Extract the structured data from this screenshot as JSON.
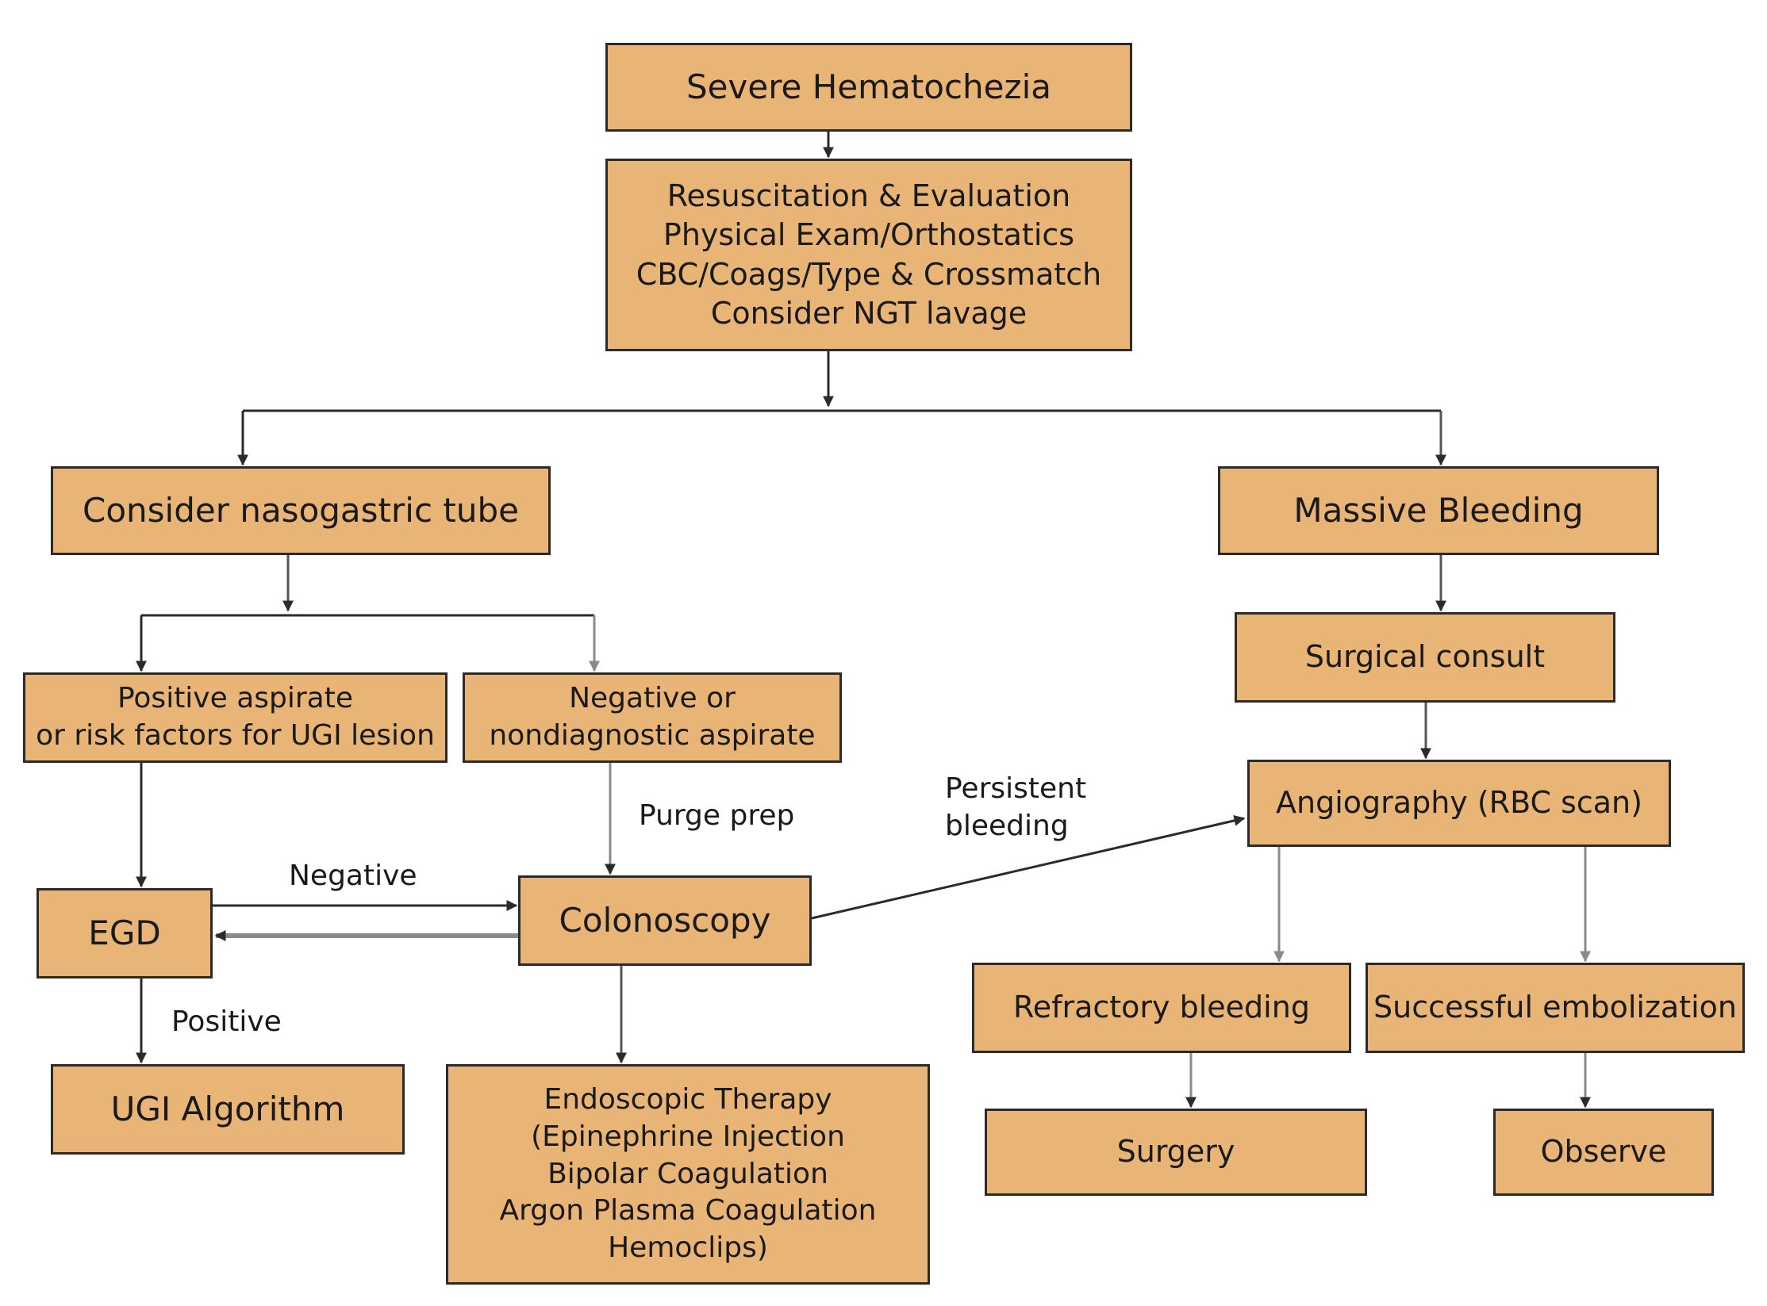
{
  "nodes": {
    "severe_hematochezia": [
      "Severe Hematochezia"
    ],
    "resuscitation": [
      "Resuscitation & Evaluation",
      "Physical Exam/Orthostatics",
      "CBC/Coags/Type & Crossmatch",
      "Consider NGT lavage"
    ],
    "nasogastric_tube": [
      "Consider nasogastric tube"
    ],
    "massive_bleeding": [
      "Massive Bleeding"
    ],
    "positive_aspirate": [
      "Positive aspirate",
      "or risk factors for UGI lesion"
    ],
    "negative_aspirate": [
      "Negative or",
      "nondiagnostic aspirate"
    ],
    "surgical_consult": [
      "Surgical consult"
    ],
    "angiography": [
      "Angiography (RBC scan)"
    ],
    "egd": [
      "EGD"
    ],
    "colonoscopy": [
      "Colonoscopy"
    ],
    "ugi_algorithm": [
      "UGI Algorithm"
    ],
    "endoscopic_therapy": [
      "Endoscopic Therapy",
      "(Epinephrine Injection",
      "Bipolar Coagulation",
      "Argon Plasma Coagulation",
      "Hemoclips)"
    ],
    "refractory_bleeding": [
      "Refractory bleeding"
    ],
    "successful_embolization": [
      "Successful embolization"
    ],
    "surgery": [
      "Surgery"
    ],
    "observe": [
      "Observe"
    ]
  },
  "edge_labels": {
    "purge_prep": [
      "Purge prep"
    ],
    "negative": [
      "Negative"
    ],
    "positive": [
      "Positive"
    ],
    "persistent_bleeding": [
      "Persistent",
      "bleeding"
    ]
  },
  "colors": {
    "node_fill": "#e8b577",
    "node_border": "#2b2b2b",
    "edge_dark": "#2b2b2b",
    "edge_gray": "#8a8a8a"
  }
}
